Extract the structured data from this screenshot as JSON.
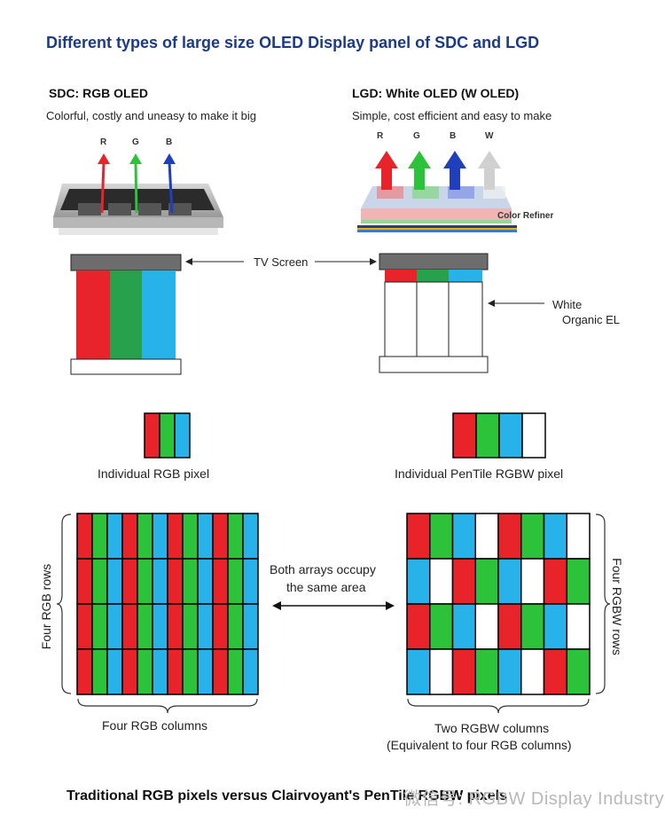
{
  "title": "Different types of large size OLED Display panel of  SDC and LGD",
  "sdc": {
    "heading": "SDC: RGB OLED",
    "subtitle": "Colorful, costly and uneasy to make it big",
    "arrow_labels": [
      "R",
      "G",
      "B"
    ]
  },
  "lgd": {
    "heading": "LGD: White OLED (W OLED)",
    "subtitle": "Simple, cost efficient and easy to make",
    "arrow_labels": [
      "R",
      "G",
      "B",
      "W"
    ],
    "color_refiner": "Color Refiner"
  },
  "labels": {
    "tv_screen": "TV Screen",
    "white_el_line1": "White",
    "white_el_line2": "Organic EL",
    "individual_rgb": "Individual RGB pixel",
    "individual_pentile": "Individual PenTile RGBW pixel",
    "both_arrays_line1": "Both arrays occupy",
    "both_arrays_line2": "the same area",
    "four_rgb_rows": "Four RGB rows",
    "four_rgbw_rows": "Four RGBW rows",
    "four_rgb_columns": "Four RGB columns",
    "two_rgbw_columns": "Two RGBW columns",
    "equivalent": "(Equivalent to four RGB columns)"
  },
  "footer": "Traditional RGB pixels versus Clairvoyant's PenTile RGBW pixels",
  "watermark": "微信号: RGBW Display Industry",
  "colors": {
    "red": "#e8232a",
    "green": "#2cc33a",
    "blue": "#27b3ea",
    "white": "#ffffff",
    "title": "#1b3b86"
  },
  "pentile_grid": [
    [
      "R",
      "G",
      "B",
      "W",
      "R",
      "G",
      "B",
      "W"
    ],
    [
      "B",
      "W",
      "R",
      "G",
      "B",
      "W",
      "R",
      "G"
    ],
    [
      "R",
      "G",
      "B",
      "W",
      "R",
      "G",
      "B",
      "W"
    ],
    [
      "B",
      "W",
      "R",
      "G",
      "B",
      "W",
      "R",
      "G"
    ]
  ]
}
